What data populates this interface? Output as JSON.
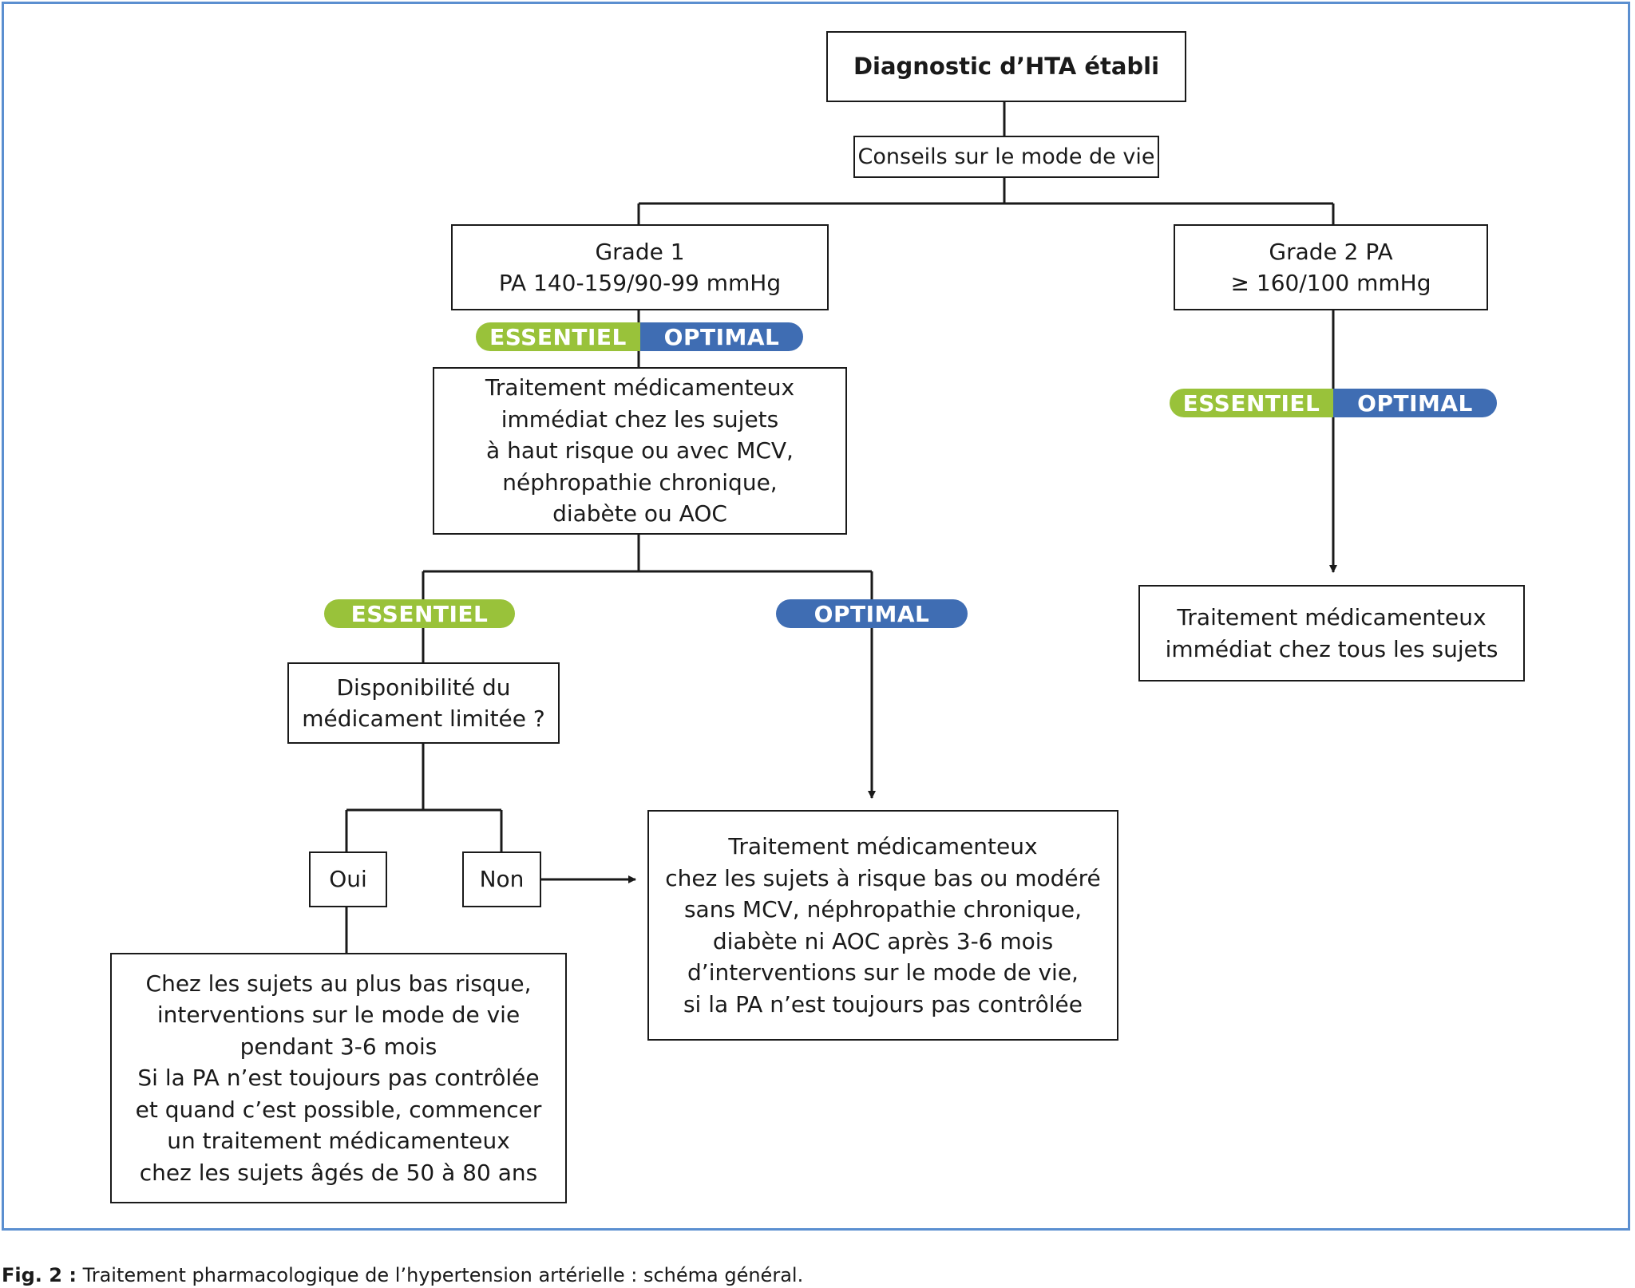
{
  "colors": {
    "border": "#5b8fd0",
    "essentiel": "#99c23a",
    "optimal": "#3f6db3"
  },
  "nodes": {
    "root": "Diagnostic d’HTA établi",
    "conseils": "Conseils sur le mode de vie",
    "grade1": [
      "Grade 1",
      "PA 140-159/90-99 mmHg"
    ],
    "grade2": [
      "Grade 2 PA",
      "≥ 160/100 mmHg"
    ],
    "trt_haut_risque": [
      "Traitement médicamenteux",
      "immédiat chez les sujets",
      "à haut risque ou avec MCV,",
      "néphropathie chronique,",
      "diabète ou AOC"
    ],
    "trt_tous": [
      "Traitement médicamenteux",
      "immédiat chez tous les sujets"
    ],
    "disponibilite": [
      "Disponibilité du",
      "médicament limitée ?"
    ],
    "oui": "Oui",
    "non": "Non",
    "trt_bas_risque": [
      "Traitement médicamenteux",
      "chez les sujets à risque bas ou modéré",
      "sans MCV, néphropathie chronique,",
      "diabète ni AOC après 3-6 mois",
      "d’interventions sur le mode de vie,",
      "si la PA n’est toujours pas contrôlée"
    ],
    "plus_bas_risque": [
      "Chez les sujets au plus bas risque,",
      "interventions sur le mode de vie",
      "pendant 3-6 mois",
      "Si la PA n’est toujours pas contrôlée",
      "et quand c’est possible, commencer",
      "un traitement médicamenteux",
      "chez les sujets âgés de 50 à 80 ans"
    ]
  },
  "labels": {
    "essentiel": "ESSENTIEL",
    "optimal": "OPTIMAL"
  },
  "caption": {
    "prefix": "Fig. 2 :",
    "text": " Traitement pharmacologique de l’hypertension artérielle : schéma général."
  }
}
